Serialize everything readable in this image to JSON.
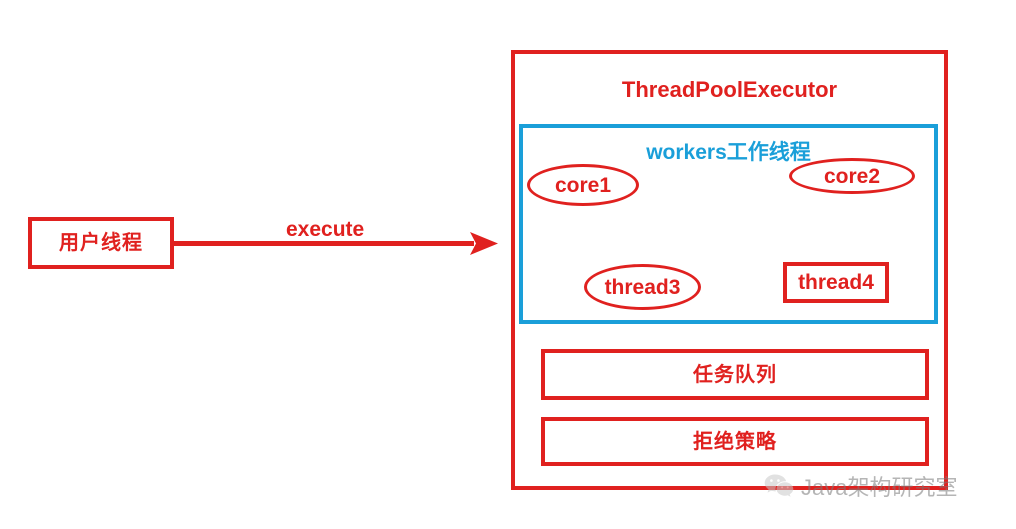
{
  "diagram": {
    "title": "ThreadPoolExecutor",
    "colors": {
      "red": "#e0211f",
      "blue": "#1a9fd9",
      "background": "#ffffff",
      "watermark": "#7a7a7a"
    },
    "source_node": {
      "label": "用户线程"
    },
    "edge": {
      "label": "execute",
      "icon": "arrow-right-icon"
    },
    "pool": {
      "title": "ThreadPoolExecutor",
      "workers": {
        "title": "workers工作线程",
        "items": [
          {
            "label": "core1",
            "shape": "ellipse"
          },
          {
            "label": "core2",
            "shape": "ellipse"
          },
          {
            "label": "thread3",
            "shape": "ellipse"
          },
          {
            "label": "thread4",
            "shape": "rectangle"
          }
        ]
      },
      "sections": [
        {
          "label": "任务队列"
        },
        {
          "label": "拒绝策略"
        }
      ]
    },
    "watermark": {
      "text": "Java架构研究室",
      "icon": "wechat-icon"
    }
  }
}
